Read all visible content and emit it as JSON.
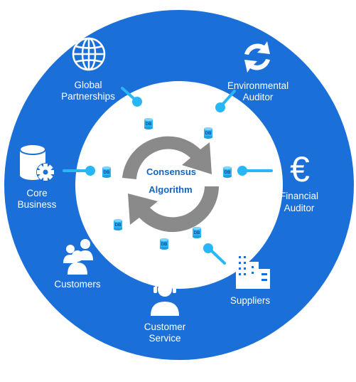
{
  "colors": {
    "ring_blue": "#1a6fd8",
    "connector": "#29b6f6",
    "arrow_gray": "#8a8a8a",
    "center_text": "#1565c0"
  },
  "center": {
    "line1": "Consensus",
    "line2": "Algorithm"
  },
  "db_label": "DB",
  "nodes": {
    "global_partnerships": {
      "line1": "Global",
      "line2": "Partnerships",
      "icon": "globe-icon"
    },
    "environmental_auditor": {
      "line1": "Environmental",
      "line2": "Auditor",
      "icon": "recycle-icon"
    },
    "core_business": {
      "line1": "Core",
      "line2": "Business",
      "icon": "database-gear-icon"
    },
    "financial_auditor": {
      "line1": "Financial",
      "line2": "Auditor",
      "icon": "euro-icon"
    },
    "customers": {
      "line1": "Customers",
      "icon": "people-icon"
    },
    "suppliers": {
      "line1": "Suppliers",
      "icon": "buildings-icon"
    },
    "customer_service": {
      "line1": "Customer",
      "line2": "Service",
      "icon": "headset-icon"
    }
  }
}
